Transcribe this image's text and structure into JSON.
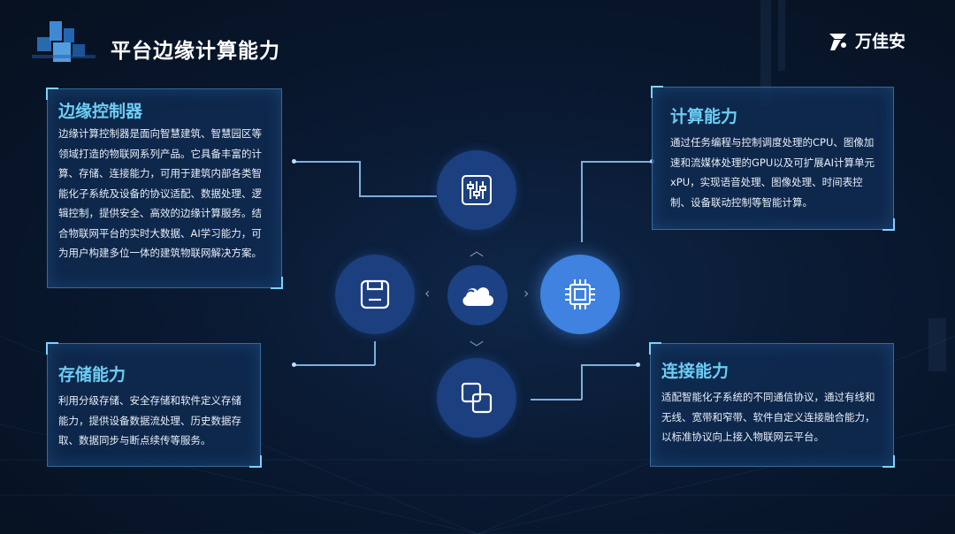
{
  "title": "平台边缘计算能力",
  "brand": {
    "name": "万佳安",
    "icon": "brand-logo-icon"
  },
  "panels": {
    "edge_controller": {
      "title": "边缘控制器",
      "body": "边缘计算控制器是面向智慧建筑、智慧园区等领域打造的物联网系列产品。它具备丰富的计算、存储、连接能力，可用于建筑内部各类智能化子系统及设备的协议适配、数据处理、逻辑控制，提供安全、高效的边缘计算服务。结合物联网平台的实时大数据、AI学习能力，可为用户构建多位一体的建筑物联网解决方案。"
    },
    "storage": {
      "title": "存储能力",
      "body": "利用分级存储、安全存储和软件定义存储能力，提供设备数据流处理、历史数据存取、数据同步与断点续传等服务。"
    },
    "compute": {
      "title": "计算能力",
      "body": "通过任务编程与控制调度处理的CPU、图像加速和流媒体处理的GPU以及可扩展AI计算单元xPU，实现语音处理、图像处理、时间表控制、设备联动控制等智能计算。"
    },
    "connect": {
      "title": "连接能力",
      "body": "适配智能化子系统的不同通信协议，通过有线和无线、宽带和窄带、软件自定义连接融合能力，以标准协议向上接入物联网云平台。"
    }
  },
  "nodes": {
    "top": "sliders-icon",
    "left": "save-disk-icon",
    "center": "cloud-icon",
    "right": "chip-icon",
    "bottom": "overlap-squares-icon"
  },
  "colors": {
    "accent_title": "#6ccdf4",
    "node_dark": "#1b3f7f",
    "node_bright": "#3f82e0"
  }
}
